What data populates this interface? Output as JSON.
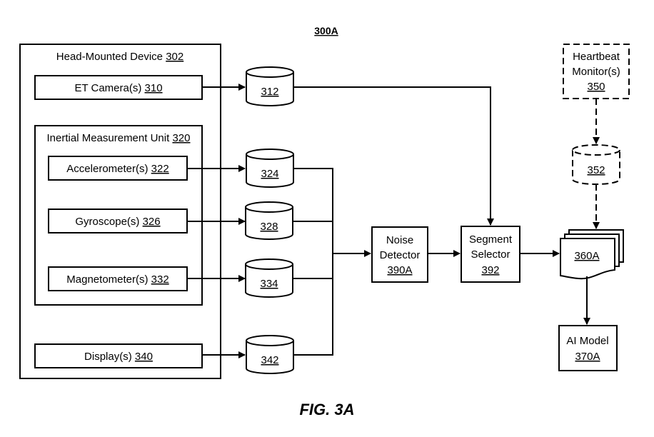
{
  "diagram": {
    "title": "300A",
    "caption": "FIG. 3A",
    "head_mounted_device": {
      "label": "Head-Mounted Device",
      "ref": "302"
    },
    "et_camera": {
      "label": "ET Camera(s)",
      "ref": "310"
    },
    "imu": {
      "label": "Inertial Measurement Unit",
      "ref": "320"
    },
    "accelerometer": {
      "label": "Accelerometer(s)",
      "ref": "322"
    },
    "gyroscope": {
      "label": "Gyroscope(s)",
      "ref": "326"
    },
    "magnetometer": {
      "label": "Magnetometer(s)",
      "ref": "332"
    },
    "display": {
      "label": "Display(s)",
      "ref": "340"
    },
    "storage": {
      "s312": "312",
      "s324": "324",
      "s328": "328",
      "s334": "334",
      "s342": "342",
      "s352": "352"
    },
    "noise_detector": {
      "line1": "Noise",
      "line2": "Detector",
      "ref": "390A"
    },
    "segment_selector": {
      "line1": "Segment",
      "line2": "Selector",
      "ref": "392"
    },
    "heartbeat_monitor": {
      "line1": "Heartbeat",
      "line2": "Monitor(s)",
      "ref": "350"
    },
    "documents": {
      "ref": "360A"
    },
    "ai_model": {
      "line1": "AI Model",
      "ref": "370A"
    }
  }
}
